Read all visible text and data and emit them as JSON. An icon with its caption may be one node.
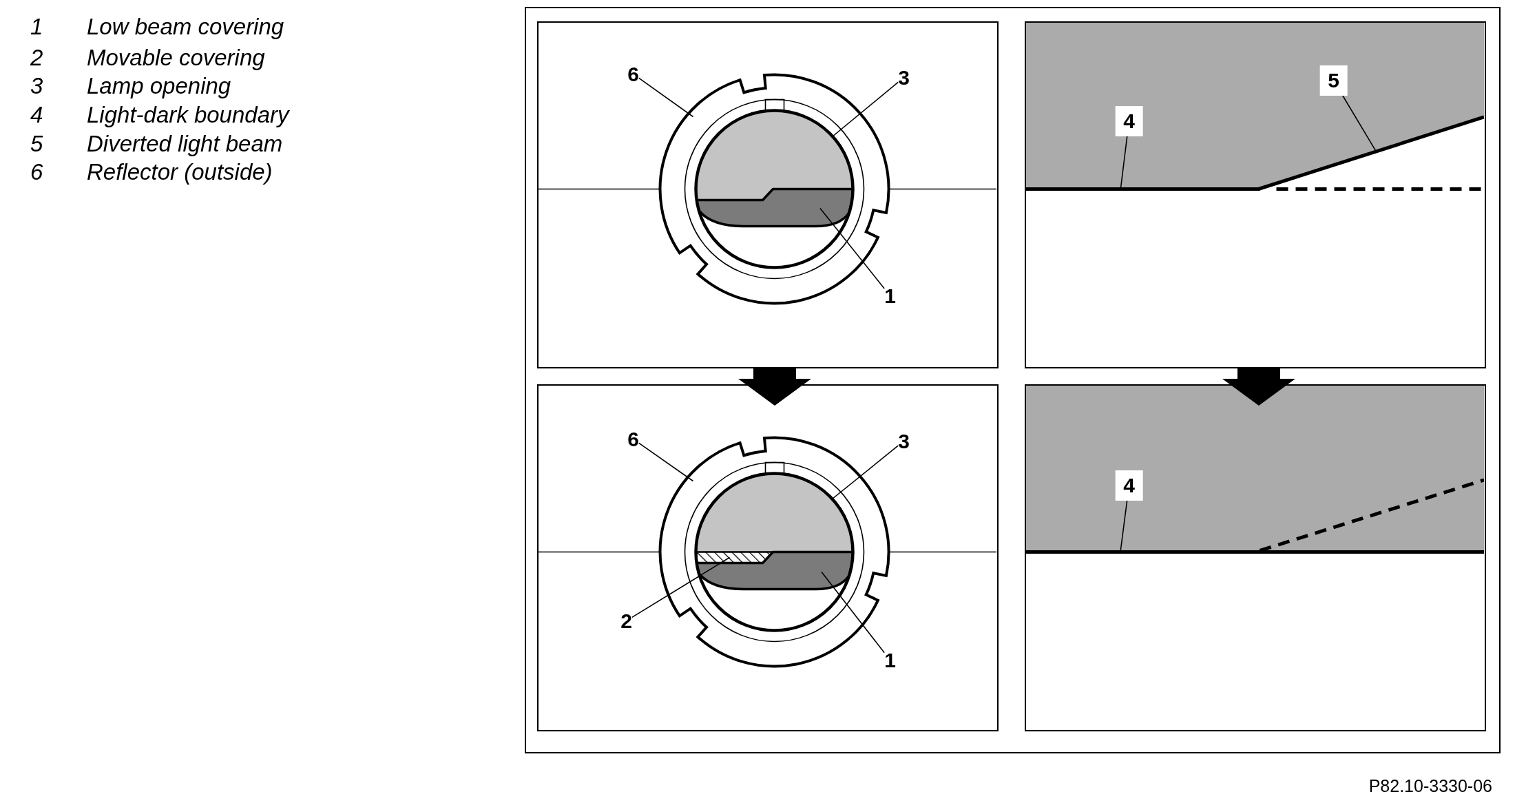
{
  "diagram": {
    "nodes": [
      {
        "text": [],
        "shape": "box"
      },
      {
        "text": [
          "6"
        ],
        "in": 0
      },
      {
        "text": [
          "3"
        ],
        "in": 0
      },
      {
        "text": [
          "1"
        ],
        "in": 0
      },
      {
        "text": [],
        "shape": "circle",
        "in": 0
      },
      {
        "text": [],
        "shape": "circle",
        "in": 4
      },
      {
        "text": [],
        "shape": "box",
        "in": 5
      },
      {
        "text": [],
        "shape": "box"
      },
      {
        "text": [
          "5"
        ],
        "in": 7
      },
      {
        "text": [
          "4"
        ],
        "in": 7
      },
      {
        "text": [],
        "shape": "line",
        "in": 7
      },
      {
        "text": [],
        "shape": "line",
        "in": 7
      },
      {
        "text": [],
        "shape": "box"
      },
      {
        "text": [
          "6"
        ],
        "in": 12
      },
      {
        "text": [
          "3"
        ],
        "in": 12
      },
      {
        "text": [
          "2"
        ],
        "in": 12
      },
      {
        "text": [
          "1"
        ],
        "in": 12
      },
      {
        "text": [],
        "shape": "circle",
        "in": 12
      },
      {
        "text": [],
        "shape": "circle",
        "in": 17
      },
      {
        "text": [],
        "shape": "box",
        "in": 18
      },
      {
        "text": [],
        "shape": "box",
        "in": 18
      },
      {
        "text": [],
        "shape": "box"
      },
      {
        "text": [
          "4"
        ],
        "in": 21
      },
      {
        "text": [],
        "shape": "line",
        "in": 21
      }
    ],
    "edges": [
      {
        "from": 1,
        "to": 4,
        "arrow": "none"
      },
      {
        "from": 2,
        "to": 5,
        "arrow": "none"
      },
      {
        "from": 3,
        "to": 6,
        "arrow": "none"
      },
      {
        "from": 8,
        "to": 11,
        "arrow": "none"
      },
      {
        "from": 9,
        "to": 10,
        "arrow": "none"
      },
      {
        "from": 13,
        "to": 17,
        "arrow": "none"
      },
      {
        "from": 14,
        "to": 18,
        "arrow": "none"
      },
      {
        "from": 15,
        "to": 19,
        "arrow": "none"
      },
      {
        "from": 16,
        "to": 20,
        "arrow": "none"
      },
      {
        "from": 22,
        "to": 23,
        "arrow": "none"
      },
      {
        "from": 0,
        "to": 12,
        "arrow": "to",
        "style": "thick"
      },
      {
        "from": 7,
        "to": 21,
        "arrow": "to",
        "style": "thick"
      }
    ],
    "labels": [
      "1",
      "Low beam covering",
      "2",
      "Movable covering",
      "3",
      "Lamp opening",
      "4",
      "Light-dark boundary",
      "5",
      "Diverted light beam",
      "6",
      "Reflector (outside)",
      "P82.10-3330-06"
    ]
  }
}
